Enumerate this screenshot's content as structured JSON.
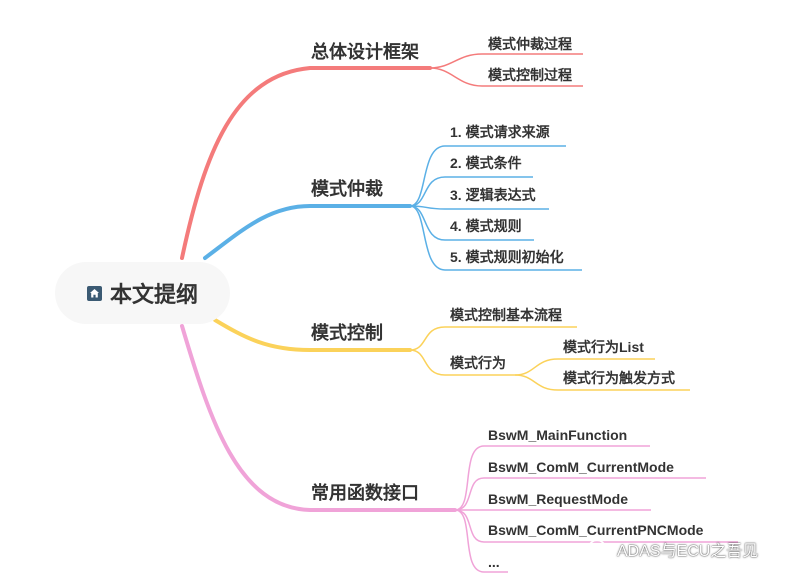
{
  "root": {
    "label": "本文提纲",
    "icon": "home-icon"
  },
  "colors": {
    "branch1": "#f47b7b",
    "branch2": "#5bb0e6",
    "branch3": "#fbd25a",
    "branch4": "#f0a3d8"
  },
  "branches": [
    {
      "label": "总体设计框架",
      "children": [
        {
          "label": "模式仲裁过程"
        },
        {
          "label": "模式控制过程"
        }
      ]
    },
    {
      "label": "模式仲裁",
      "children": [
        {
          "label": "1. 模式请求来源"
        },
        {
          "label": "2. 模式条件"
        },
        {
          "label": "3. 逻辑表达式"
        },
        {
          "label": "4. 模式规则"
        },
        {
          "label": "5. 模式规则初始化"
        }
      ]
    },
    {
      "label": "模式控制",
      "children": [
        {
          "label": "模式控制基本流程"
        },
        {
          "label": "模式行为",
          "children": [
            {
              "label": "模式行为List"
            },
            {
              "label": "模式行为触发方式"
            }
          ]
        }
      ]
    },
    {
      "label": "常用函数接口",
      "children": [
        {
          "label": "BswM_MainFunction"
        },
        {
          "label": "BswM_ComM_CurrentMode"
        },
        {
          "label": "BswM_RequestMode"
        },
        {
          "label": "BswM_ComM_CurrentPNCMode"
        },
        {
          "label": "..."
        }
      ]
    }
  ],
  "watermark": {
    "text": "ADAS与ECU之吾见",
    "icon": "wechat-icon"
  }
}
